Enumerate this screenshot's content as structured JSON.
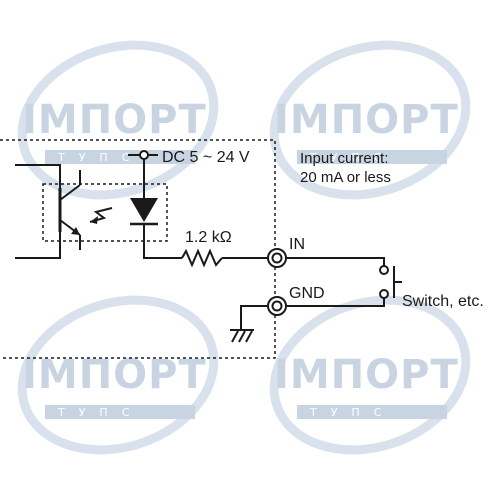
{
  "watermark": {
    "brand": "ІМПОРТ",
    "sub": "ТУПС"
  },
  "labels": {
    "supply": "DC 5 ~ 24 V",
    "input_current_line1": "Input current:",
    "input_current_line2": "20 mA or less",
    "resistor": "1.2 kΩ",
    "terminal_in": "IN",
    "terminal_gnd": "GND",
    "switch": "Switch, etc."
  },
  "colors": {
    "line": "#1a1a1a",
    "watermark": "#c3d0e0"
  }
}
